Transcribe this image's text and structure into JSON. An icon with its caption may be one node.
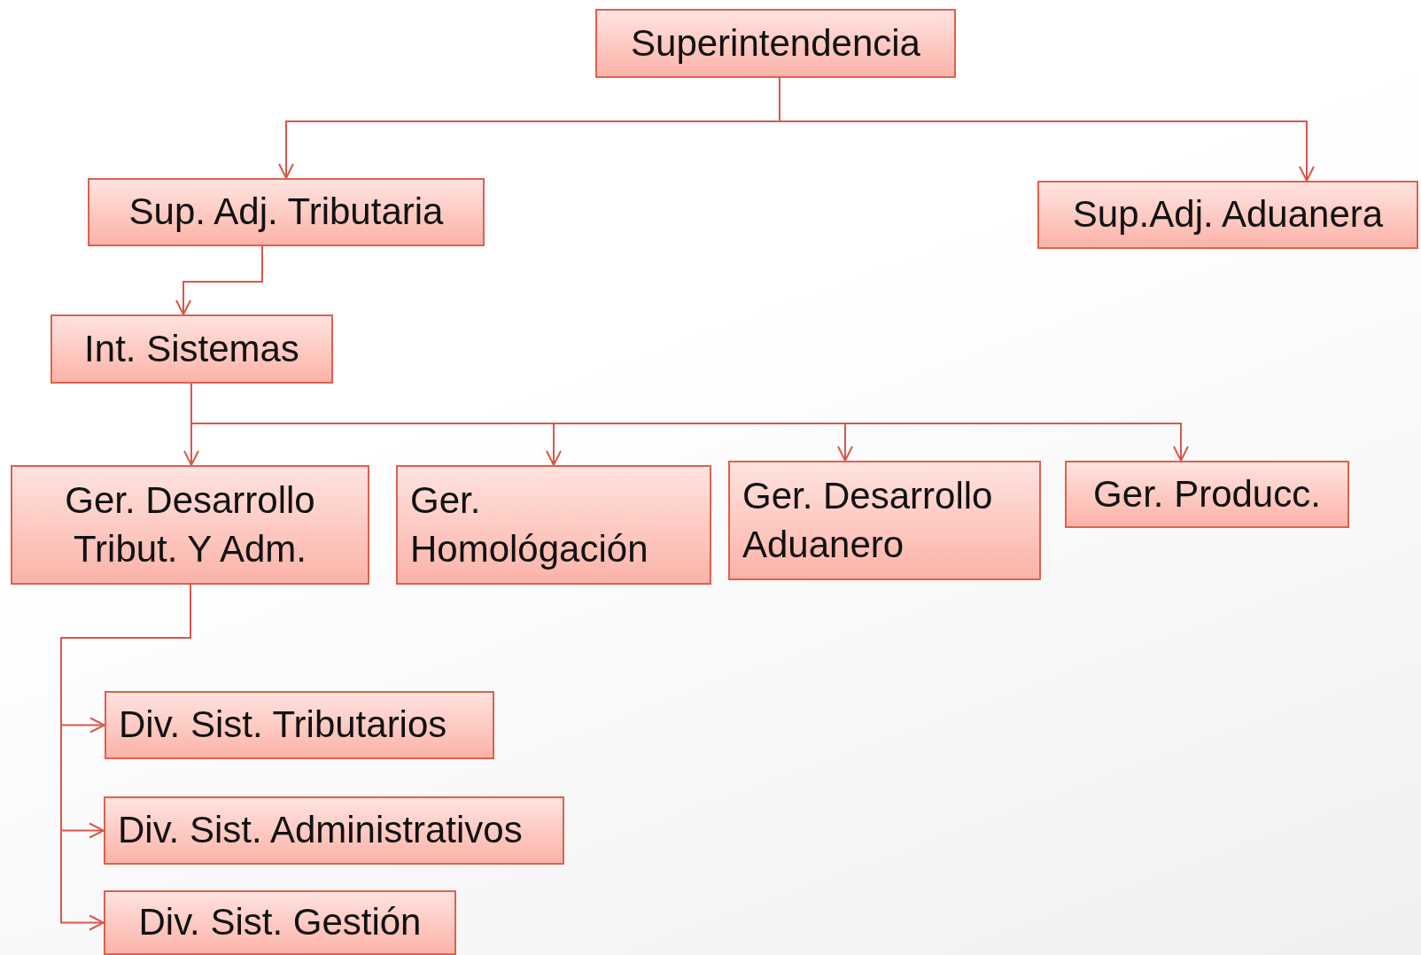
{
  "diagram": {
    "nodes": [
      {
        "text": [
          "Superintendencia"
        ]
      },
      {
        "text": [
          "Sup. Adj. Tributaria"
        ]
      },
      {
        "text": [
          "Sup.Adj. Aduanera"
        ]
      },
      {
        "text": [
          "Int. Sistemas"
        ]
      },
      {
        "text": [
          "Ger. Desarrollo Tribut. Y Adm."
        ]
      },
      {
        "text": [
          "Ger. Homológación"
        ]
      },
      {
        "text": [
          "Ger. Desarrollo Aduanero"
        ]
      },
      {
        "text": [
          "Ger. Producc."
        ]
      },
      {
        "text": [
          "Div. Sist. Tributarios"
        ]
      },
      {
        "text": [
          "Div. Sist. Administrativos"
        ]
      },
      {
        "text": [
          "Div. Sist. Gestión"
        ]
      }
    ],
    "edges": [
      {
        "from": 0,
        "to": 1,
        "arrow": "to"
      },
      {
        "from": 0,
        "to": 2,
        "arrow": "to"
      },
      {
        "from": 1,
        "to": 3,
        "arrow": "to"
      },
      {
        "from": 3,
        "to": 4,
        "arrow": "to"
      },
      {
        "from": 3,
        "to": 5,
        "arrow": "to"
      },
      {
        "from": 3,
        "to": 6,
        "arrow": "to"
      },
      {
        "from": 3,
        "to": 7,
        "arrow": "to"
      },
      {
        "from": 4,
        "to": 8,
        "arrow": "to"
      },
      {
        "from": 4,
        "to": 9,
        "arrow": "to"
      },
      {
        "from": 4,
        "to": 10,
        "arrow": "to"
      }
    ]
  }
}
